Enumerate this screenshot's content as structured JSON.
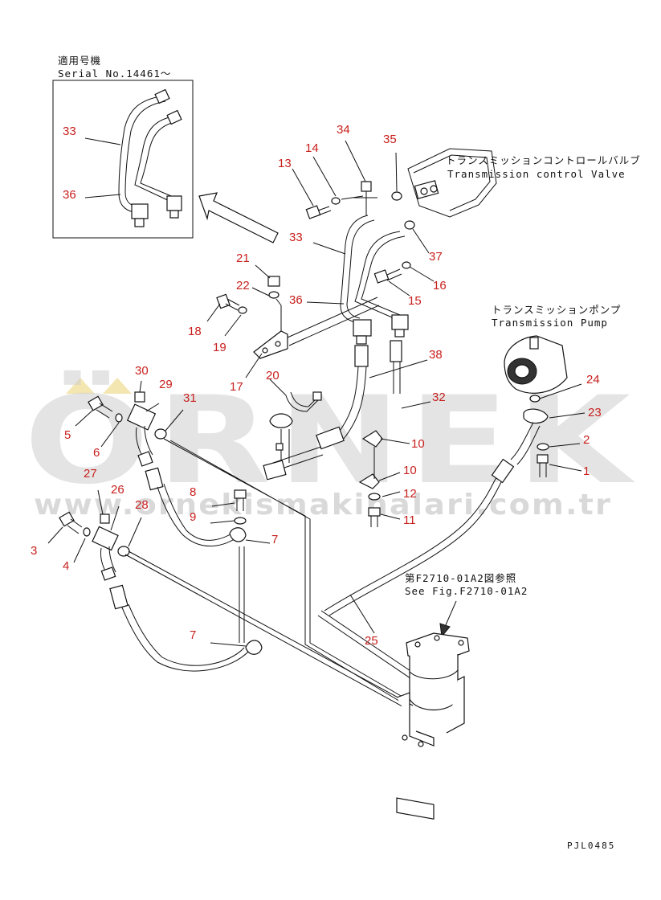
{
  "watermark": {
    "brand": "ÖRNEK",
    "url": "www.ornekismakinalari.com.tr"
  },
  "notes": {
    "serial_jp": "適用号機",
    "serial_en": "Serial No.14461〜",
    "valve_jp": "トランスミッションコントロールバルブ",
    "valve_en": "Transmission control Valve",
    "pump_jp": "トランスミッションポンプ",
    "pump_en": "Transmission Pump",
    "see_jp": "第F2710-01A2図参照",
    "see_en": "See Fig.F2710-01A2",
    "drawing_code": "PJL0485"
  },
  "callouts": {
    "c33a": "33",
    "c36a": "36",
    "c34": "34",
    "c35": "35",
    "c14": "14",
    "c13": "13",
    "c33b": "33",
    "c37": "37",
    "c16": "16",
    "c15": "15",
    "c21": "21",
    "c22": "22",
    "c36b": "36",
    "c18": "18",
    "c19": "19",
    "c17": "17",
    "c20": "20",
    "c38": "38",
    "c32": "32",
    "c30": "30",
    "c29": "29",
    "c31": "31",
    "c5": "5",
    "c6": "6",
    "c24": "24",
    "c23": "23",
    "c2": "2",
    "c1": "1",
    "c10a": "10",
    "c10b": "10",
    "c12": "12",
    "c11": "11",
    "c27": "27",
    "c26": "26",
    "c28": "28",
    "c3": "3",
    "c4": "4",
    "c8": "8",
    "c9": "9",
    "c7a": "7",
    "c7b": "7",
    "c25": "25"
  }
}
